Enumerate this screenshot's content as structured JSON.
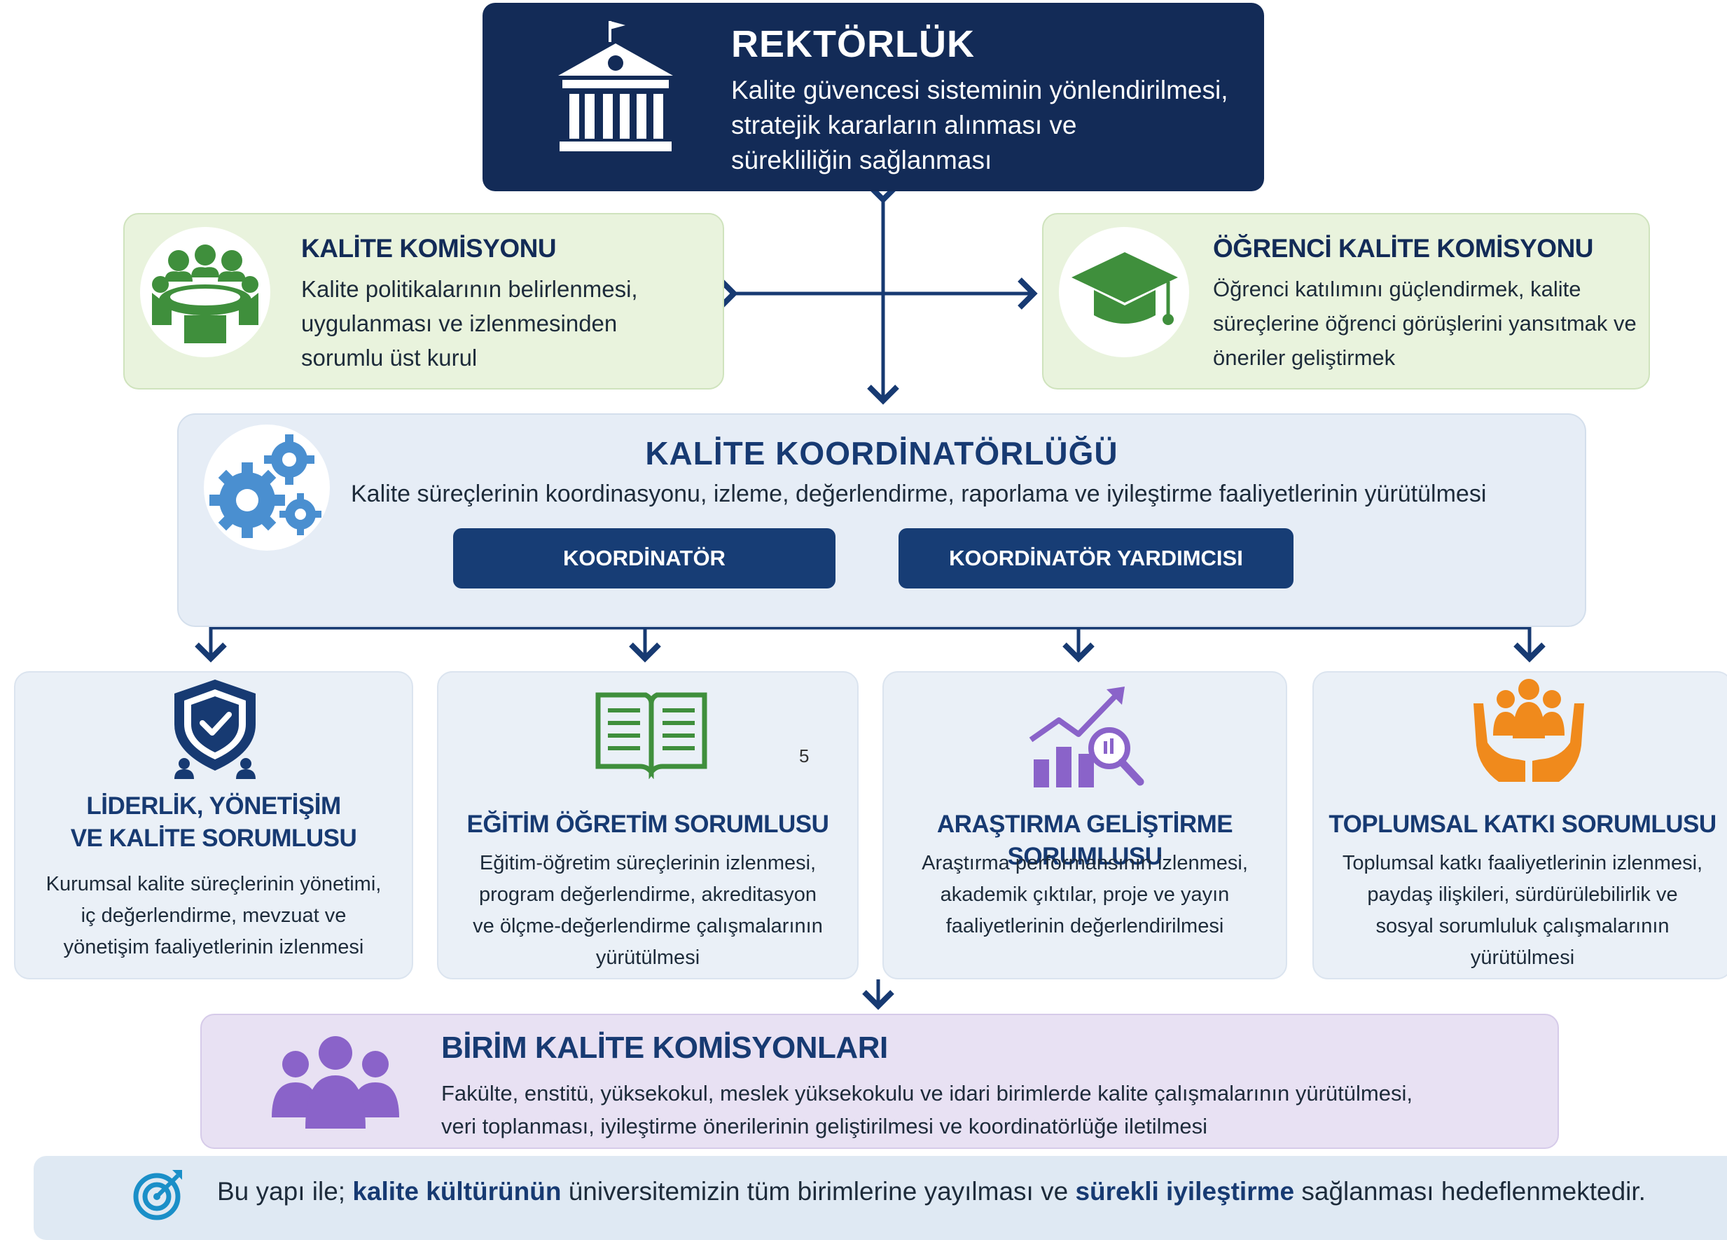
{
  "rector": {
    "title": "REKTÖRLÜK",
    "desc_lines": [
      "Kalite güvencesi sisteminin yönlendirilmesi,",
      "stratejik kararların alınması ve",
      "sürekliliğin sağlanması"
    ]
  },
  "quality_commission": {
    "title": "KALİTE KOMİSYONU",
    "desc_lines": [
      "Kalite politikalarının belirlenmesi,",
      "uygulanması ve izlenmesinden",
      "sorumlu üst kurul"
    ]
  },
  "student_commission": {
    "title": "ÖĞRENCİ KALİTE KOMİSYONU",
    "desc_lines": [
      "Öğrenci katılımını güçlendirmek, kalite",
      "süreçlerine öğrenci görüşlerini yansıtmak ve",
      "öneriler geliştirmek"
    ]
  },
  "coordination": {
    "title": "KALİTE KOORDİNATÖRLÜĞÜ",
    "desc": "Kalite süreçlerinin koordinasyonu, izleme, değerlendirme, raporlama ve iyileştirme faaliyetlerinin yürütülmesi",
    "coordinator": "KOORDİNATÖR",
    "assistant": "KOORDİNATÖR YARDIMCISI"
  },
  "page_number": "5",
  "cards": [
    {
      "icon": "shield-check-icon",
      "title_lines": [
        "LİDERLİK, YÖNETİŞİM",
        "VE KALİTE SORUMLUSU"
      ],
      "desc_lines": [
        "Kurumsal kalite süreçlerinin yönetimi,",
        "iç değerlendirme, mevzuat ve",
        "yönetişim faaliyetlerinin izlenmesi"
      ]
    },
    {
      "icon": "open-book-icon",
      "title_lines": [
        "EĞİTİM ÖĞRETİM SORUMLUSU"
      ],
      "desc_lines": [
        "Eğitim-öğretim süreçlerinin izlenmesi,",
        "program değerlendirme, akreditasyon",
        "ve ölçme-değerlendirme çalışmalarının",
        "yürütülmesi"
      ]
    },
    {
      "icon": "growth-chart-icon",
      "title_lines": [
        "ARAŞTIRMA GELİŞTİRME SORUMLUSU"
      ],
      "desc_lines": [
        "Araştırma performansının izlenmesi,",
        "akademik çıktılar, proje ve yayın",
        "faaliyetlerinin değerlendirilmesi"
      ]
    },
    {
      "icon": "community-hands-icon",
      "title_lines": [
        "TOPLUMSAL KATKI SORUMLUSU"
      ],
      "desc_lines": [
        "Toplumsal katkı faaliyetlerinin izlenmesi,",
        "paydaş ilişkileri, sürdürülebilirlik ve",
        "sosyal sorumluluk çalışmalarının",
        "yürütülmesi"
      ]
    }
  ],
  "units": {
    "title": "BİRİM KALİTE KOMİSYONLARI",
    "desc_lines": [
      "Fakülte, enstitü, yüksekokul, meslek yüksekokulu ve idari birimlerde kalite çalışmalarının yürütülmesi,",
      "veri toplanması, iyileştirme önerilerinin geliştirilmesi ve koordinatörlüğe iletilmesi"
    ]
  },
  "footer": {
    "part1": "Bu yapı ile; ",
    "bold1": "kalite kültürünün",
    "part2": " üniversitemizin tüm birimlerine yayılması ve ",
    "bold2": "sürekli iyileştirme",
    "part3": " sağlanması hedeflenmektedir."
  },
  "colors": {
    "navy": "#132b57",
    "green": "#3f8f3c",
    "blue_icon": "#4a8fd0",
    "purple": "#8a63c9",
    "orange": "#f08a1c"
  }
}
